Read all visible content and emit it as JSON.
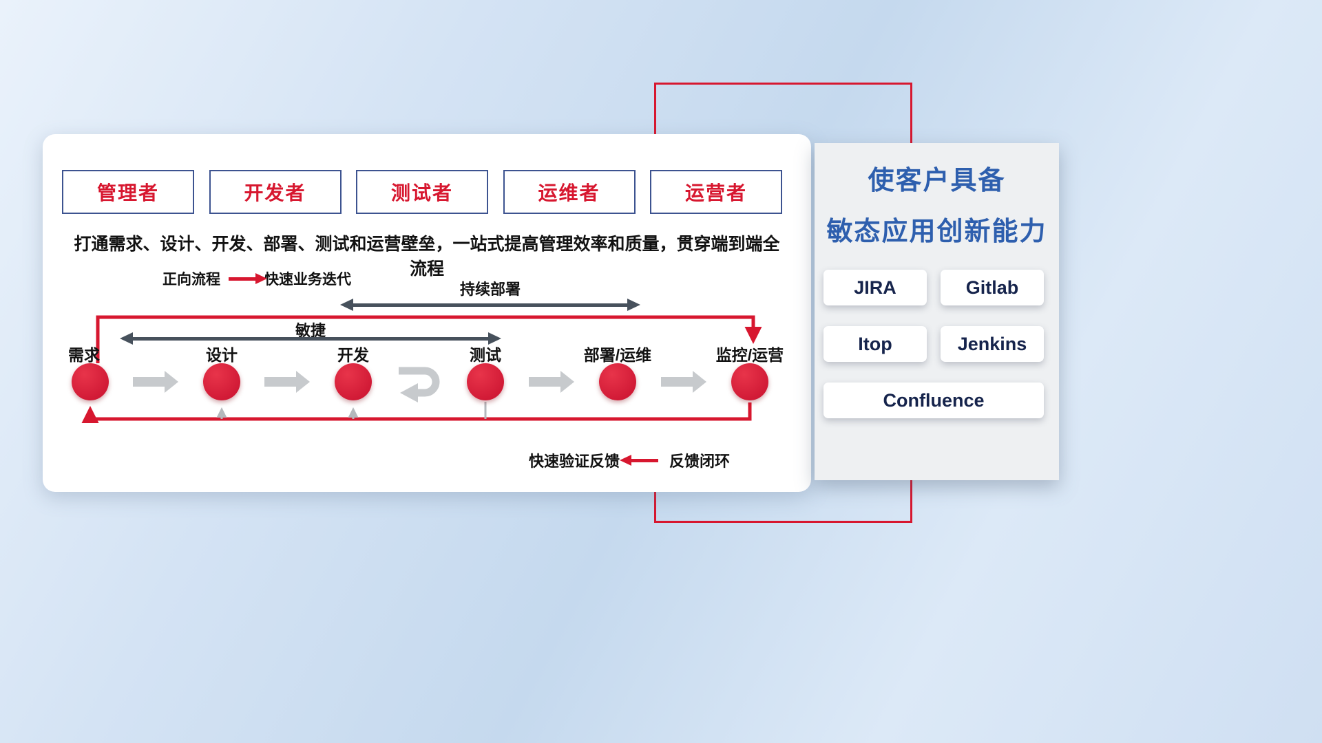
{
  "card": {
    "roles": [
      "管理者",
      "开发者",
      "测试者",
      "运维者",
      "运营者"
    ],
    "headline": "打通需求、设计、开发、部署、测试和运营壁垒，一站式提高管理效率和质量，贯穿端到端全流程",
    "forward_legend": {
      "label": "正向流程",
      "desc": "快速业务迭代"
    },
    "continuous_deploy_label": "持续部署",
    "agile_label": "敏捷",
    "stages": [
      "需求",
      "设计",
      "开发",
      "测试",
      "部署/运维",
      "监控/运营"
    ],
    "feedback_legend": {
      "label": "快速验证反馈",
      "desc": "反馈闭环"
    }
  },
  "panel": {
    "title_line1": "使客户具备",
    "title_line2": "敏态应用创新能力",
    "tools": [
      "JIRA",
      "Gitlab",
      "Itop",
      "Jenkins",
      "Confluence"
    ]
  },
  "colors": {
    "accent_red": "#d7172f",
    "title_blue": "#2e5fae",
    "tool_navy": "#16244c",
    "span_arrow_dark": "#47515c",
    "flow_arrow_gray": "#c7cacd"
  }
}
